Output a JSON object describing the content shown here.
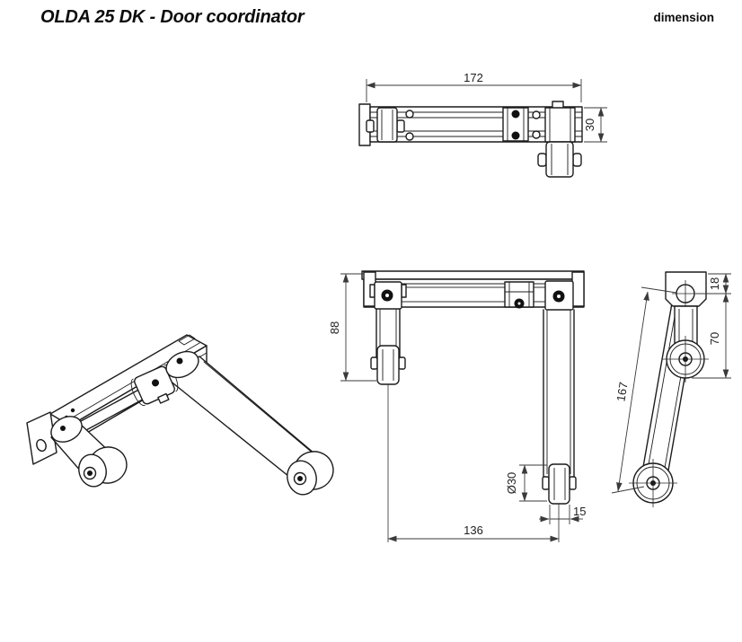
{
  "header": {
    "title": "OLDA 25 DK - Door coordinator",
    "page_label": "dimension"
  },
  "drawing": {
    "type": "technical-dimension-drawing",
    "views": [
      "isometric-view",
      "top-view",
      "front-view",
      "side-view"
    ],
    "units": "mm"
  },
  "dims": {
    "top_width": "172",
    "top_depth": "30",
    "front_height": "88",
    "roller_diameter": "Ø30",
    "roller_width": "15",
    "roller_span": "136",
    "pivot_offset": "18",
    "short_arm": "70",
    "long_arm": "167"
  },
  "colors": {
    "background": "#ffffff",
    "object_line": "#1c1c1c",
    "dimension_line": "#3a3a3a",
    "text": "#0c0c0c"
  }
}
